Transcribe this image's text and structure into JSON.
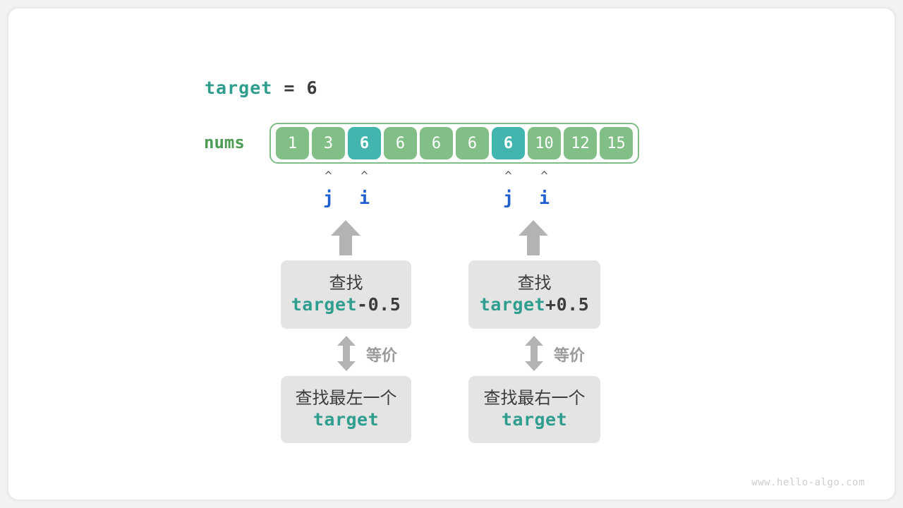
{
  "watermark": "www.hello-algo.com",
  "target_line": {
    "name": "target",
    "equals": "=",
    "value": "6"
  },
  "array": {
    "label": "nums",
    "cells": [
      {
        "value": "1",
        "highlight": false
      },
      {
        "value": "3",
        "highlight": false
      },
      {
        "value": "6",
        "highlight": true
      },
      {
        "value": "6",
        "highlight": false
      },
      {
        "value": "6",
        "highlight": false
      },
      {
        "value": "6",
        "highlight": false
      },
      {
        "value": "6",
        "highlight": true
      },
      {
        "value": "10",
        "highlight": false
      },
      {
        "value": "12",
        "highlight": false
      },
      {
        "value": "15",
        "highlight": false
      }
    ]
  },
  "pointers": {
    "caret_glyph": "^",
    "left_group": [
      {
        "label": "j",
        "cell_index": 1
      },
      {
        "label": "i",
        "cell_index": 2
      }
    ],
    "right_group": [
      {
        "label": "j",
        "cell_index": 6
      },
      {
        "label": "i",
        "cell_index": 7
      }
    ]
  },
  "branches": [
    {
      "id": "left",
      "search_box": {
        "line1": "查找",
        "term": "target",
        "operator": "-",
        "delta": "0.5"
      },
      "equivalence_label": "等价",
      "result_box": {
        "line1": "查找最左一个",
        "line2": "target"
      }
    },
    {
      "id": "right",
      "search_box": {
        "line1": "查找",
        "term": "target",
        "operator": "+",
        "delta": "0.5"
      },
      "equivalence_label": "等价",
      "result_box": {
        "line1": "查找最右一个",
        "line2": "target"
      }
    }
  ],
  "colors": {
    "cell_normal": "#82bf86",
    "cell_highlight": "#42b6ae",
    "array_border": "#7dbd86",
    "target_teal": "#2f9e8f",
    "nums_green": "#4e9c55",
    "pointer_blue": "#1f5fd0",
    "box_gray": "#e4e4e4",
    "arrow_gray": "#b3b3b3",
    "text_dark": "#3c3c3c"
  }
}
